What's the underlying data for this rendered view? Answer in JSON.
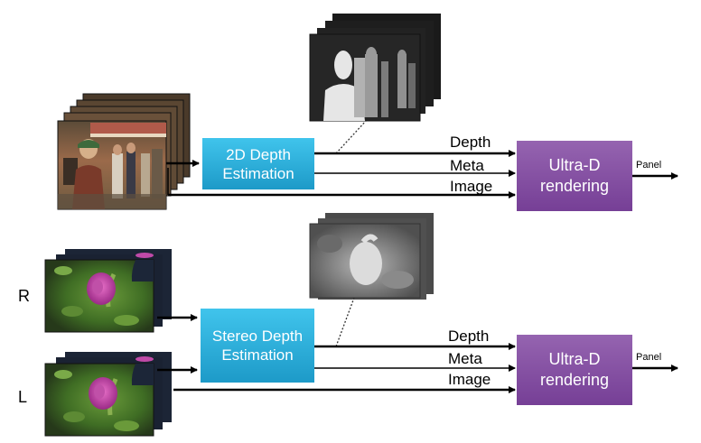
{
  "top": {
    "process_label": "2D Depth Estimation",
    "render_label": "Ultra-D rendering",
    "outputs": [
      "Depth",
      "Meta",
      "Image"
    ],
    "panel_label": "Panel"
  },
  "bottom": {
    "process_label": "Stereo Depth Estimation",
    "render_label": "Ultra-D rendering",
    "outputs": [
      "Depth",
      "Meta",
      "Image"
    ],
    "panel_label": "Panel",
    "input_labels": [
      "R",
      "L"
    ]
  },
  "colors": {
    "depth_box": "#2aaedb",
    "render_box": "#864ea4",
    "arrow": "#000000"
  }
}
